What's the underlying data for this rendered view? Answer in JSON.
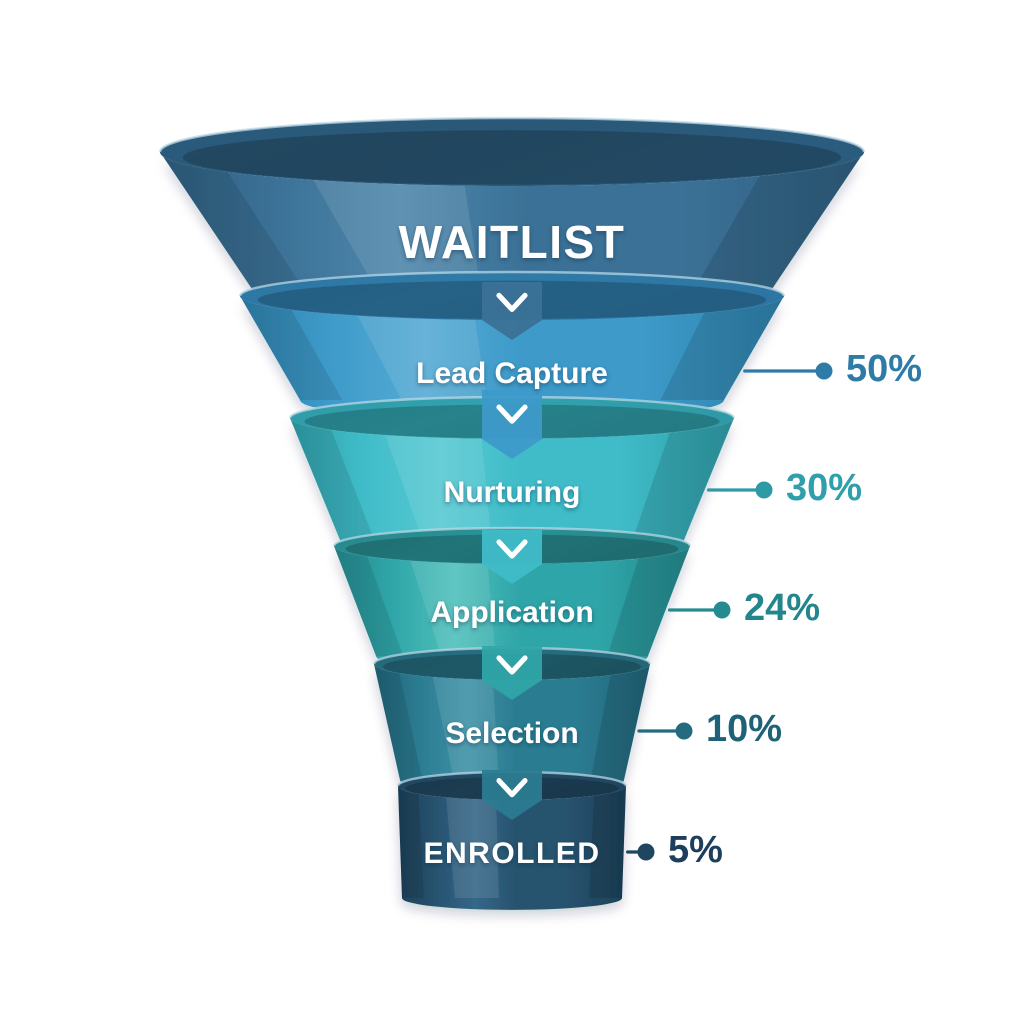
{
  "chart_data": {
    "type": "funnel",
    "title": "",
    "subtitle": "",
    "xlabel": "",
    "ylabel": "",
    "legend_position": "none",
    "grid": false,
    "background_color": "#ffffff",
    "categories": [
      "WAITLIST",
      "Lead Capture",
      "Nurturing",
      "Application",
      "Selection",
      "ENROLLED"
    ],
    "values": [
      100,
      50,
      30,
      24,
      10,
      5
    ],
    "value_labels": [
      "",
      "50%",
      "30%",
      "24%",
      "10%",
      "5%"
    ],
    "stages": [
      {
        "label": "WAITLIST",
        "percent_label": "",
        "percent_value": 100,
        "color": "#3b7196",
        "color_light": "#4e86ab",
        "color_dark": "#2f5f80",
        "rim_color": "#2b5c7e",
        "rim_inner": "#2a5876",
        "label_style": "uppercase",
        "label_size": 46,
        "has_leader": false
      },
      {
        "label": "Lead Capture",
        "percent_label": "50%",
        "percent_value": 50,
        "color": "#3d9ac9",
        "color_light": "#55aad4",
        "color_dark": "#2f81ac",
        "rim_color": "#2d76a3",
        "rim_inner": "#2f7ba8",
        "label_style": "title",
        "label_size": 30,
        "has_leader": true
      },
      {
        "label": "Nurturing",
        "percent_label": "30%",
        "percent_value": 30,
        "color": "#3fbcc8",
        "color_light": "#56c9d2",
        "color_dark": "#2f9ea9",
        "rim_color": "#2f9aa6",
        "rim_inner": "#31a3ae",
        "label_style": "title",
        "label_size": 30,
        "has_leader": true
      },
      {
        "label": "Application",
        "percent_label": "24%",
        "percent_value": 24,
        "color": "#2fa5a8",
        "color_light": "#4fc0bb",
        "color_dark": "#258b90",
        "rim_color": "#26878c",
        "rim_inner": "#2a9296",
        "label_style": "title",
        "label_size": 30,
        "has_leader": true
      },
      {
        "label": "Selection",
        "percent_label": "10%",
        "percent_value": 10,
        "color": "#2b7b91",
        "color_light": "#3d92a6",
        "color_dark": "#22657a",
        "rim_color": "#236777",
        "rim_inner": "#266f82",
        "label_style": "title",
        "label_size": 30,
        "has_leader": true
      },
      {
        "label": "ENROLLED",
        "percent_label": "5%",
        "percent_value": 5,
        "color": "#27526e",
        "color_light": "#356788",
        "color_dark": "#1d4159",
        "rim_color": "#1f4660",
        "rim_inner": "#234b66",
        "label_style": "uppercase",
        "label_size": 30,
        "has_leader": true
      }
    ],
    "leader_colors": [
      "",
      "#2f7ba8",
      "#2e9aa6",
      "#268b90",
      "#246b80",
      "#1f4660"
    ],
    "percent_text_colors": [
      "",
      "#2f7ba8",
      "#2e9fab",
      "#23868c",
      "#1f6277",
      "#1d3f5c"
    ],
    "connector_icon": "chevron-down-icon",
    "connector_color_top": "#3b7fa8",
    "connector_count": 5
  }
}
